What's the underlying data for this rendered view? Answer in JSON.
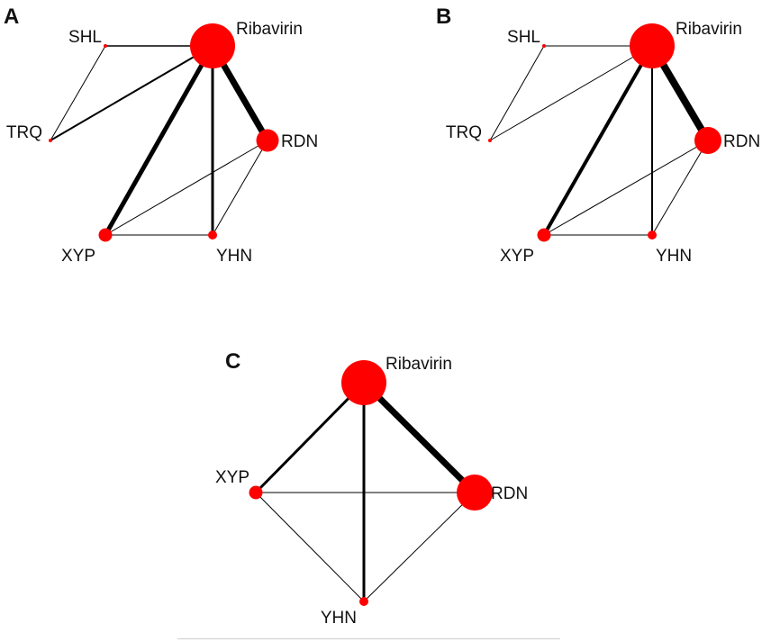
{
  "node_color": "#ff0000",
  "edge_color": "#000000",
  "panels": [
    {
      "label": "A",
      "nodes": [
        {
          "id": "Ribavirin",
          "label": "Ribavirin",
          "weight": 5
        },
        {
          "id": "SHL",
          "label": "SHL",
          "weight": 0.2
        },
        {
          "id": "TRQ",
          "label": "TRQ",
          "weight": 0.2
        },
        {
          "id": "RDN",
          "label": "RDN",
          "weight": 2.5
        },
        {
          "id": "XYP",
          "label": "XYP",
          "weight": 1.5
        },
        {
          "id": "YHN",
          "label": "YHN",
          "weight": 1
        }
      ],
      "edges": [
        {
          "from": "Ribavirin",
          "to": "SHL",
          "weight": 1.5
        },
        {
          "from": "Ribavirin",
          "to": "TRQ",
          "weight": 2
        },
        {
          "from": "SHL",
          "to": "TRQ",
          "weight": 1
        },
        {
          "from": "Ribavirin",
          "to": "RDN",
          "weight": 7
        },
        {
          "from": "Ribavirin",
          "to": "XYP",
          "weight": 5
        },
        {
          "from": "Ribavirin",
          "to": "YHN",
          "weight": 3
        },
        {
          "from": "RDN",
          "to": "XYP",
          "weight": 1
        },
        {
          "from": "RDN",
          "to": "YHN",
          "weight": 1
        },
        {
          "from": "XYP",
          "to": "YHN",
          "weight": 1
        }
      ]
    },
    {
      "label": "B",
      "nodes": [
        {
          "id": "Ribavirin",
          "label": "Ribavirin",
          "weight": 5
        },
        {
          "id": "SHL",
          "label": "SHL",
          "weight": 0.2
        },
        {
          "id": "TRQ",
          "label": "TRQ",
          "weight": 0.2
        },
        {
          "id": "RDN",
          "label": "RDN",
          "weight": 3
        },
        {
          "id": "XYP",
          "label": "XYP",
          "weight": 1.5
        },
        {
          "id": "YHN",
          "label": "YHN",
          "weight": 1
        }
      ],
      "edges": [
        {
          "from": "Ribavirin",
          "to": "SHL",
          "weight": 1
        },
        {
          "from": "Ribavirin",
          "to": "TRQ",
          "weight": 1
        },
        {
          "from": "SHL",
          "to": "TRQ",
          "weight": 1
        },
        {
          "from": "Ribavirin",
          "to": "RDN",
          "weight": 8
        },
        {
          "from": "Ribavirin",
          "to": "XYP",
          "weight": 4
        },
        {
          "from": "Ribavirin",
          "to": "YHN",
          "weight": 2
        },
        {
          "from": "RDN",
          "to": "XYP",
          "weight": 1
        },
        {
          "from": "RDN",
          "to": "YHN",
          "weight": 1
        },
        {
          "from": "XYP",
          "to": "YHN",
          "weight": 1
        }
      ]
    },
    {
      "label": "C",
      "nodes": [
        {
          "id": "Ribavirin",
          "label": "Ribavirin",
          "weight": 5
        },
        {
          "id": "XYP",
          "label": "XYP",
          "weight": 1.5
        },
        {
          "id": "RDN",
          "label": "RDN",
          "weight": 4
        },
        {
          "id": "YHN",
          "label": "YHN",
          "weight": 1
        }
      ],
      "edges": [
        {
          "from": "Ribavirin",
          "to": "XYP",
          "weight": 3
        },
        {
          "from": "Ribavirin",
          "to": "RDN",
          "weight": 7
        },
        {
          "from": "Ribavirin",
          "to": "YHN",
          "weight": 3
        },
        {
          "from": "XYP",
          "to": "RDN",
          "weight": 1
        },
        {
          "from": "XYP",
          "to": "YHN",
          "weight": 1
        },
        {
          "from": "RDN",
          "to": "YHN",
          "weight": 1
        }
      ]
    }
  ]
}
